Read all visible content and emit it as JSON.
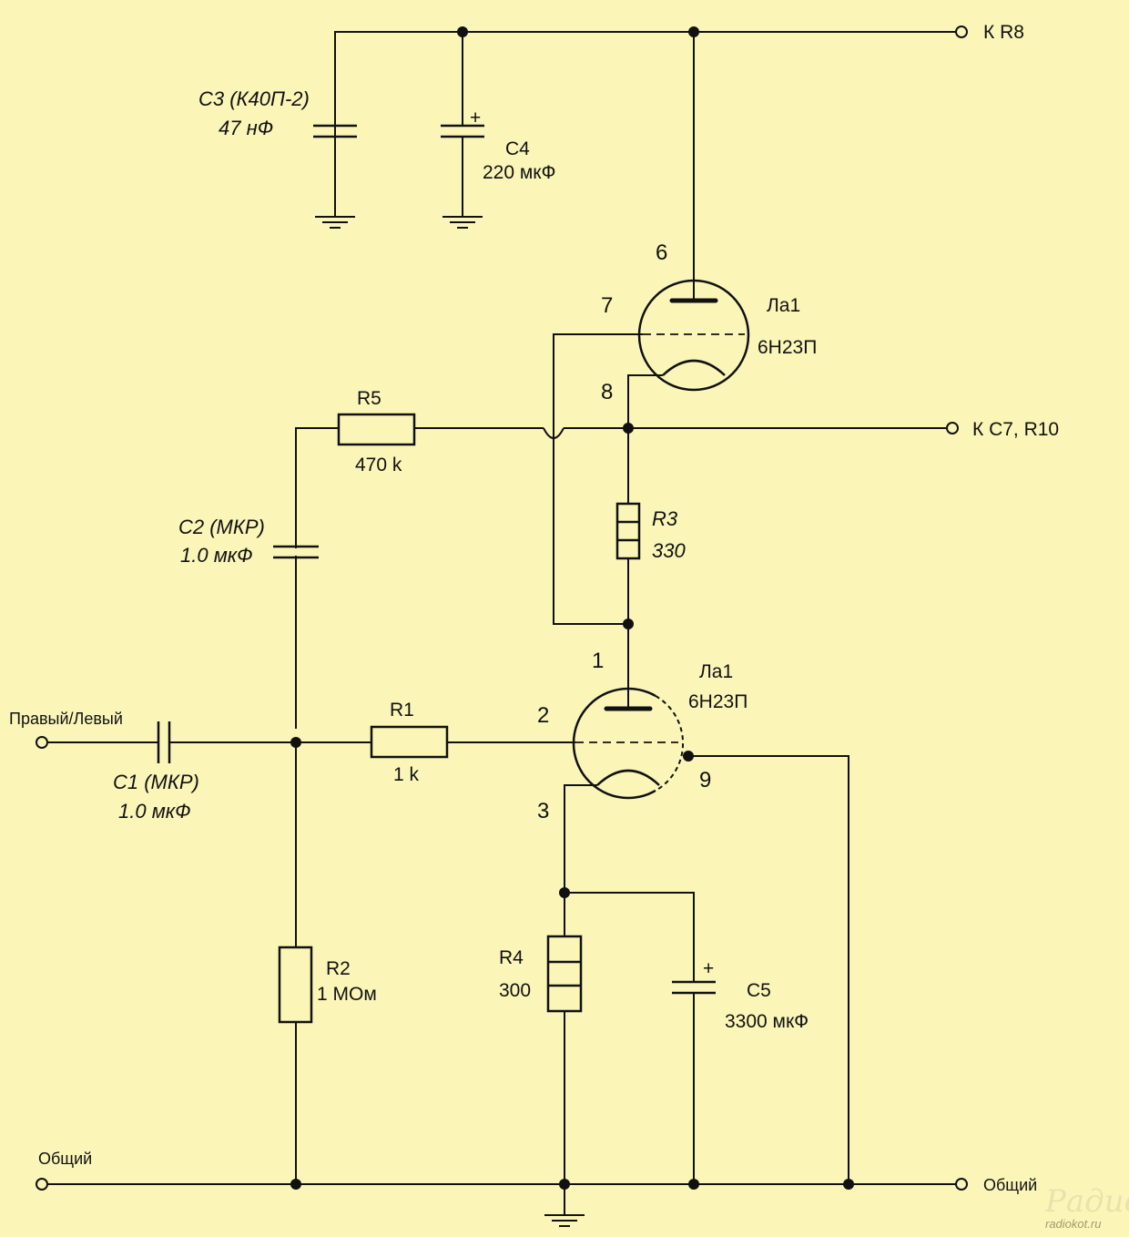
{
  "terminals": {
    "k_r8": "К R8",
    "k_c7_r10": "К С7, R10",
    "input": "Правый/Левый",
    "common_left": "Общий",
    "common_right": "Общий"
  },
  "components": {
    "c3": {
      "name": "C3 (К40П-2)",
      "value": "47 нФ"
    },
    "c4": {
      "name": "C4",
      "value": "220 мкФ",
      "polarity": "+"
    },
    "c2": {
      "name": "C2 (МКР)",
      "value": "1.0 мкФ"
    },
    "c1": {
      "name": "C1 (МКР)",
      "value": "1.0 мкФ"
    },
    "c5": {
      "name": "C5",
      "value": "3300 мкФ",
      "polarity": "+"
    },
    "r5": {
      "name": "R5",
      "value": "470 k"
    },
    "r3": {
      "name": "R3",
      "value": "330"
    },
    "r1": {
      "name": "R1",
      "value": "1 k"
    },
    "r2": {
      "name": "R2",
      "value": "1 МОм"
    },
    "r4": {
      "name": "R4",
      "value": "300"
    }
  },
  "tubes": {
    "upper": {
      "name": "Ла1",
      "type": "6Н23П",
      "pin_plate": "6",
      "pin_grid": "7",
      "pin_cathode": "8"
    },
    "lower": {
      "name": "Ла1",
      "type": "6Н23П",
      "pin_plate": "1",
      "pin_grid": "2",
      "pin_cathode": "3",
      "pin_shield": "9"
    }
  },
  "watermark": {
    "logo": "Радио КОТ",
    "site": "radiokot.ru"
  }
}
